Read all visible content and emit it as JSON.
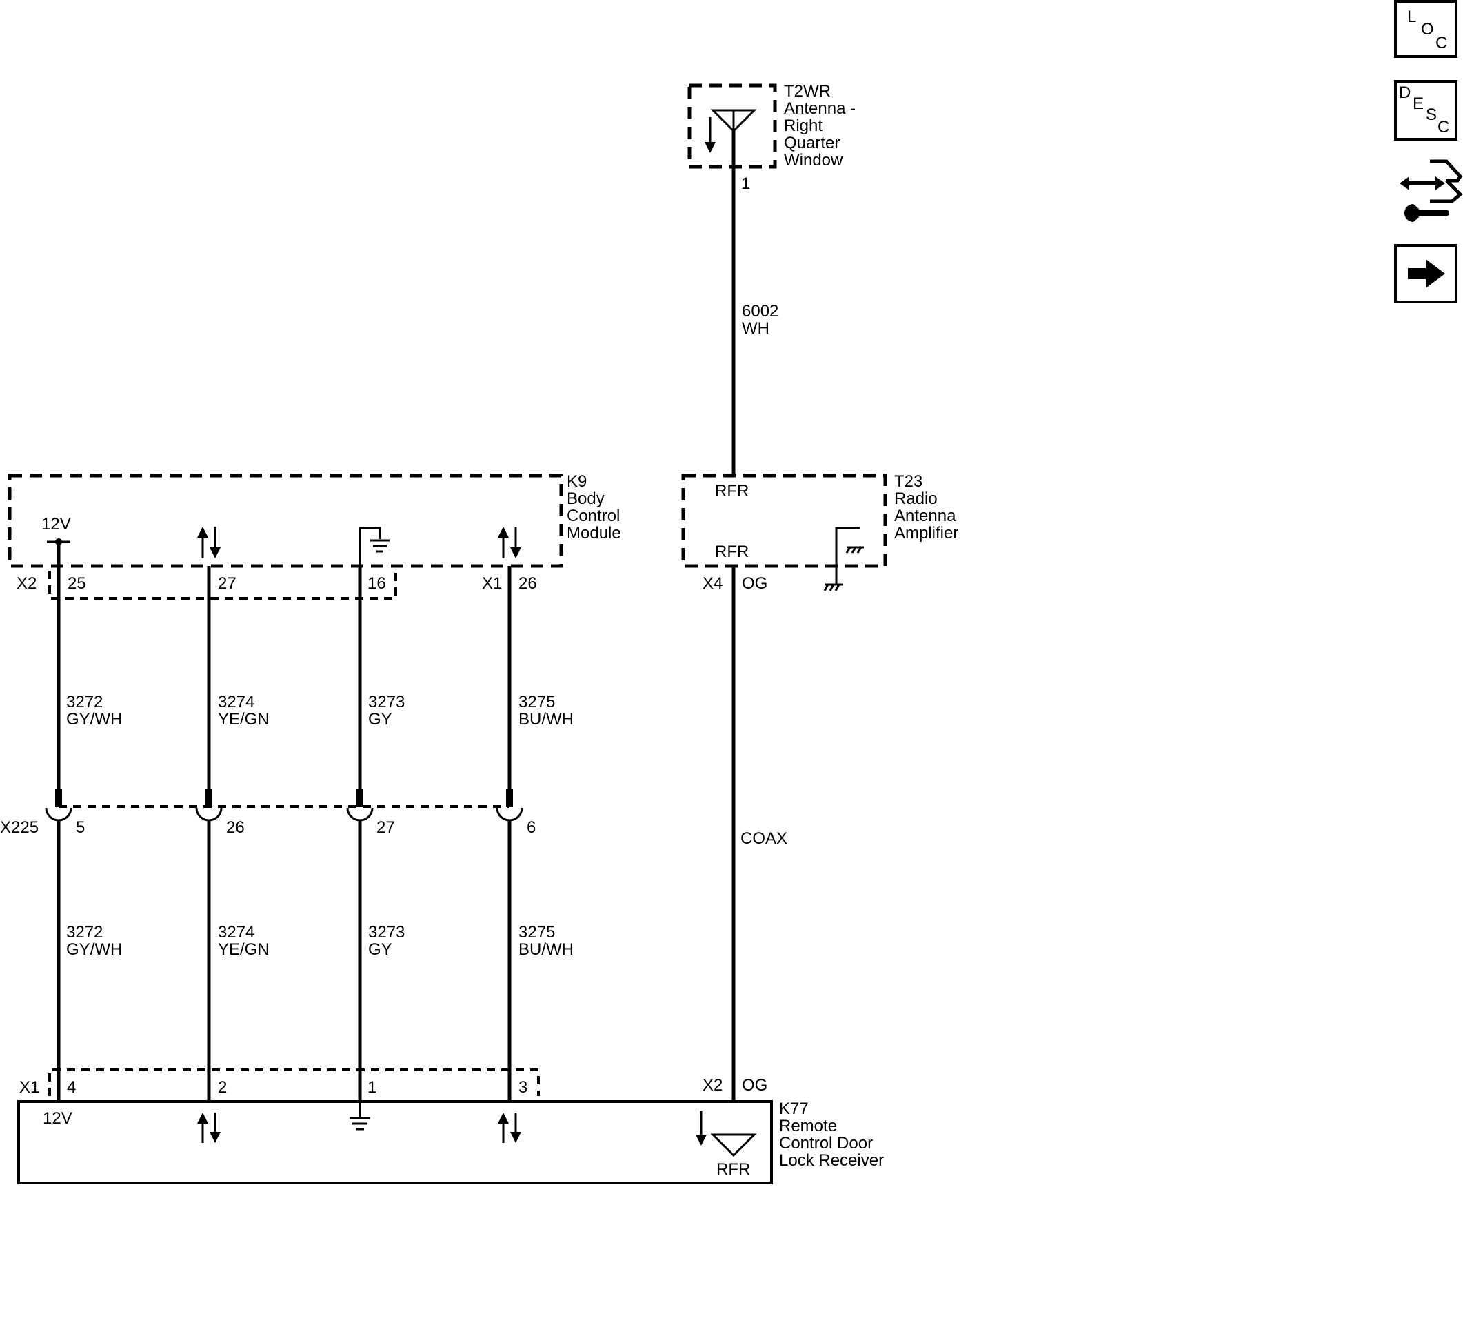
{
  "components": {
    "t2wr": {
      "ref": "T2WR",
      "desc": [
        "Antenna -",
        "Right",
        "Quarter",
        "Window"
      ],
      "pin": "1"
    },
    "t23": {
      "ref": "T23",
      "desc": [
        "Radio",
        "Antenna",
        "Amplifier"
      ],
      "rfr_top": "RFR",
      "rfr_bottom": "RFR",
      "connector": "X4",
      "color": "OG"
    },
    "k9": {
      "ref": "K9",
      "desc": [
        "Body",
        "Control",
        "Module"
      ],
      "label_12v": "12V",
      "conn_x2": "X2",
      "conn_x1": "X1",
      "pins": [
        "25",
        "27",
        "16",
        "26"
      ]
    },
    "k77": {
      "ref": "K77",
      "desc": [
        "Remote",
        "Control Door",
        "Lock Receiver"
      ],
      "label_12v": "12V",
      "rfr": "RFR",
      "conn_x1": "X1",
      "conn_x2": "X2",
      "color": "OG",
      "pins": [
        "4",
        "2",
        "1",
        "3"
      ]
    }
  },
  "inline_connector": {
    "ref": "X225",
    "pins": [
      "5",
      "26",
      "27",
      "6"
    ]
  },
  "wires": [
    {
      "circuit": "3272",
      "color": "GY/WH"
    },
    {
      "circuit": "3274",
      "color": "YE/GN"
    },
    {
      "circuit": "3273",
      "color": "GY"
    },
    {
      "circuit": "3275",
      "color": "BU/WH"
    }
  ],
  "antenna_wire": {
    "circuit": "6002",
    "color": "WH"
  },
  "coax_label": "COAX",
  "toolbar": {
    "loc": [
      "L",
      "O",
      "C"
    ],
    "desc": [
      "D",
      "E",
      "S",
      "C"
    ]
  }
}
